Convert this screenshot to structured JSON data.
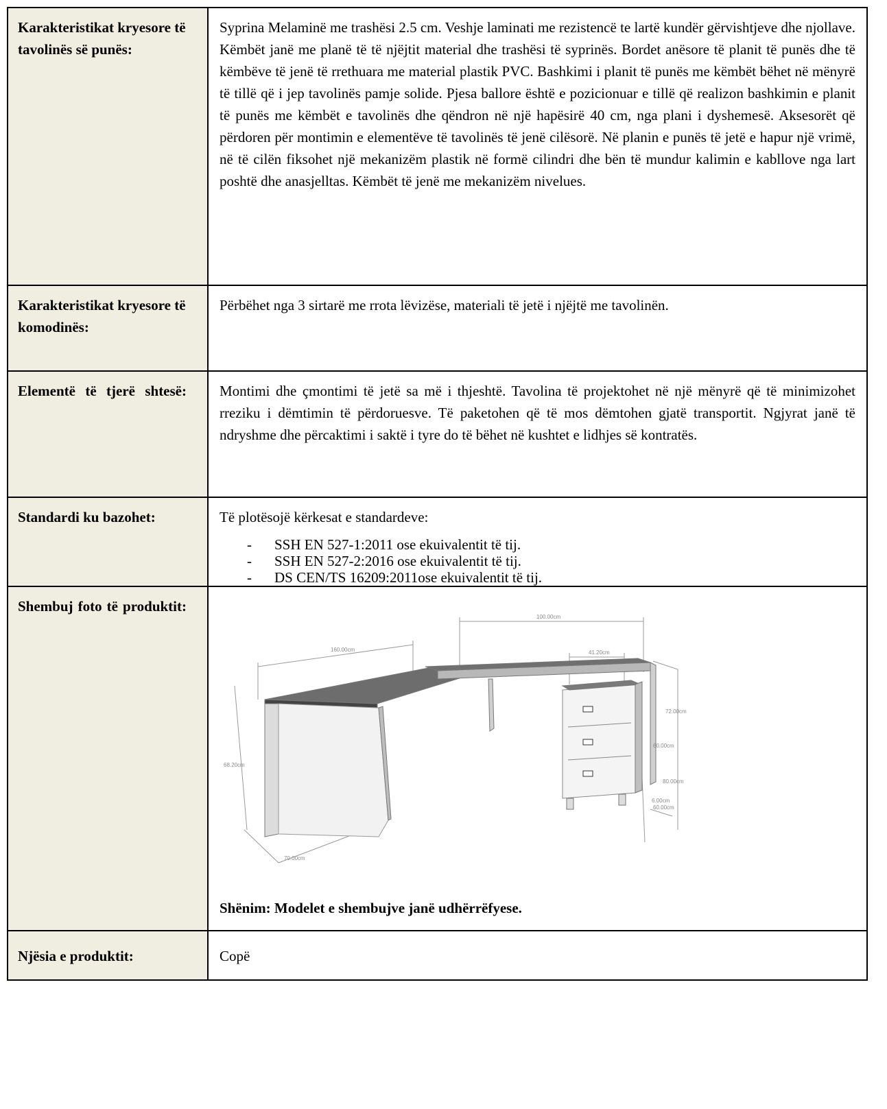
{
  "rows": [
    {
      "label": "Karakteristikat kryesore të tavolinës së punës:",
      "text": "Syprina Melaminë me trashësi 2.5 cm.  Veshje laminati me rezistencë te lartë kundër gërvishtjeve dhe njollave. Këmbët janë me planë të të njëjtit material dhe trashësi të syprinës. Bordet anësore të planit të punës dhe të këmbëve të jenë të rrethuara me material plastik PVC. Bashkimi i planit të punës me këmbët bëhet në mënyrë të tillë që i jep tavolinës pamje solide. Pjesa ballore është e pozicionuar e tillë që realizon bashkimin e planit të punës me këmbët e tavolinës dhe qëndron në një hapësirë 40 cm, nga plani i dyshemesë. Aksesorët që përdoren për montimin e elementëve të tavolinës të jenë cilësorë. Në planin e punës të jetë e hapur një vrimë, në të cilën fiksohet një mekanizëm plastik në formë cilindri dhe bën të mundur kalimin e kabllove nga lart poshtë dhe anasjelltas. Këmbët të jenë me mekanizëm nivelues."
    },
    {
      "label": "Karakteristikat kryesore të komodinës:",
      "text": "Përbëhet nga 3 sirtarë me rrota lëvizëse, materiali të jetë i njëjtë me tavolinën."
    },
    {
      "label": "Elementë të tjerë shtesë:",
      "text": "Montimi dhe çmontimi të jetë sa më i thjeshtë. Tavolina të projektohet në një mënyrë që të minimizohet rreziku i dëmtimin të përdoruesve. Të paketohen që të mos dëmtohen gjatë transportit. Ngjyrat janë të ndryshme dhe përcaktimi i saktë i tyre do të bëhet në kushtet e lidhjes së kontratës."
    },
    {
      "label": "Standardi ku bazohet:",
      "intro": "Të plotësojë kërkesat e standardeve:",
      "items": [
        "SSH EN 527-1:2011  ose ekuivalentit të tij.",
        "SSH EN 527-2:2016  ose ekuivalentit të tij.",
        "DS CEN/TS 16209:2011ose ekuivalentit të tij."
      ]
    },
    {
      "label": "Shembuj foto të produktit:",
      "dims": {
        "desk_top_length": "160.00cm",
        "return_length": "100.00cm",
        "pedestal_width": "41.20cm",
        "height": "72.00cm",
        "pedestal_height": "60.00cm",
        "gap": "80.00cm",
        "small_a": "6.00cm",
        "small_b": "60.00cm",
        "leg_height": "68.20cm",
        "depth": "70.00cm"
      },
      "note": "Shënim: Modelet e shembujve janë udhërrëfyese."
    },
    {
      "label": "Njësia e produktit:",
      "text": "Copë"
    }
  ]
}
